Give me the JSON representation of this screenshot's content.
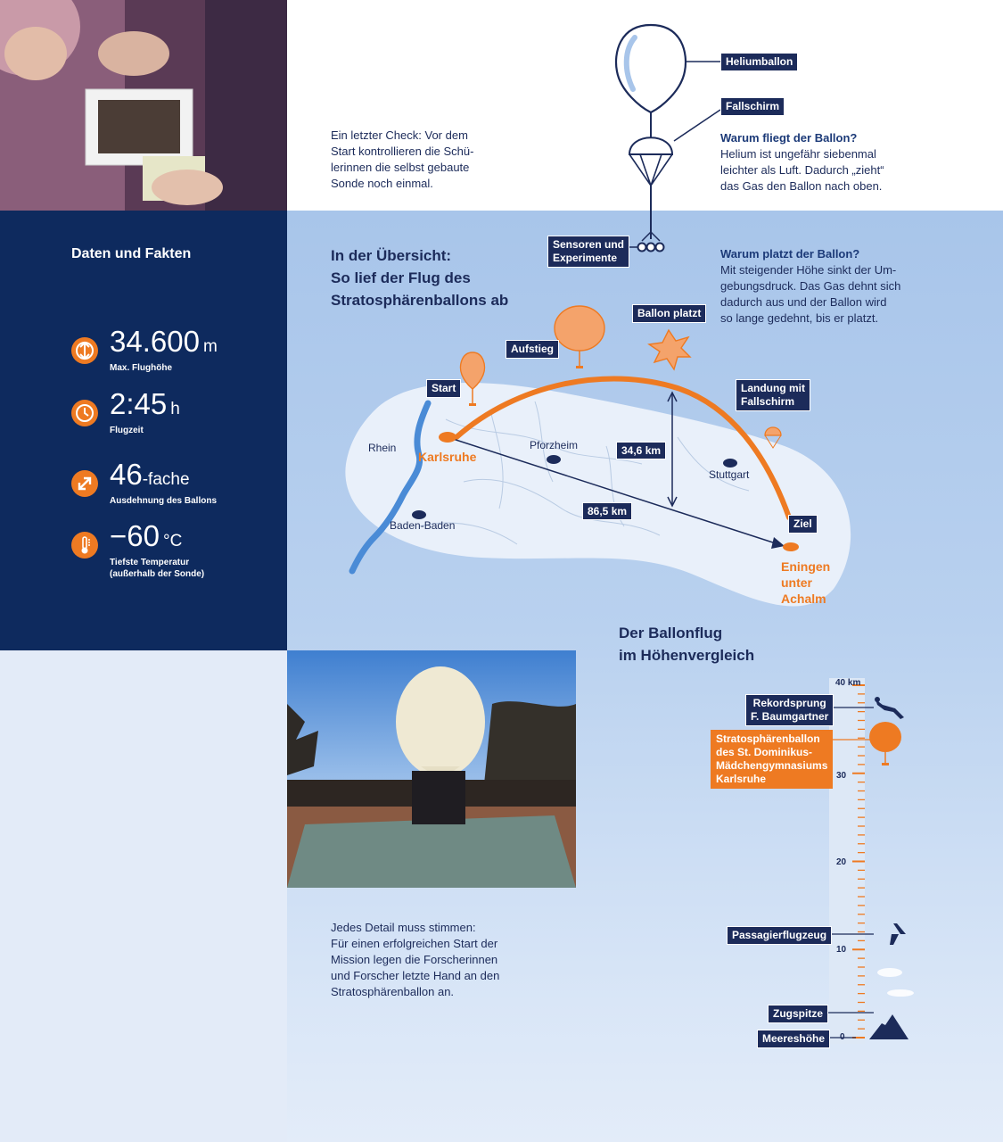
{
  "captions": {
    "top": "Ein letzter Check: Vor dem\nStart kontrollieren die Schü-\nlerinnen die selbst gebaute\nSonde noch einmal.",
    "bottom": "Jedes Detail muss stimmen:\nFür einen erfolgreichen Start der\nMission legen die Forscherinnen\nund Forscher letzte Hand an den\nStratosphärenballon an."
  },
  "diagram": {
    "labels": {
      "heliumballon": "Heliumballon",
      "fallschirm": "Fallschirm",
      "sensoren": "Sensoren und\nExperimente"
    },
    "q1": {
      "title": "Warum fliegt der Ballon?",
      "text": "Helium ist ungefähr siebenmal\nleichter als Luft. Dadurch „zieht“\ndas Gas den Ballon nach oben."
    },
    "q2": {
      "title": "Warum platzt der Ballon?",
      "text": "Mit steigender Höhe sinkt der Um-\ngebungsdruck. Das Gas dehnt sich\ndadurch aus und der Ballon wird\nso lange gedehnt, bis er platzt."
    }
  },
  "facts": {
    "title": "Daten und Fakten",
    "items": [
      {
        "value": "34.600",
        "unit": "m",
        "label": "Max. Flughöhe",
        "icon": "altitude-icon"
      },
      {
        "value": "2:45",
        "unit": "h",
        "label": "Flugzeit",
        "icon": "clock-icon"
      },
      {
        "value": "46",
        "unit": "-fache",
        "label": "Ausdehnung des Ballons",
        "icon": "expand-arrows-icon"
      },
      {
        "value": "−60",
        "unit": "°C",
        "label": "Tiefste Temperatur\n(außerhalb der Sonde)",
        "icon": "thermometer-icon"
      }
    ]
  },
  "map": {
    "heading": "In der Übersicht:\nSo lief der Flug des\nStratosphärenballons ab",
    "tags": {
      "start": "Start",
      "aufstieg": "Aufstieg",
      "platzt": "Ballon platzt",
      "landung": "Landung mit\nFallschirm",
      "ziel": "Ziel"
    },
    "places": {
      "rhein": "Rhein",
      "karlsruhe": "Karlsruhe",
      "pforzheim": "Pforzheim",
      "stuttgart": "Stuttgart",
      "baden": "Baden-Baden",
      "eningen": "Eningen\nunter\nAchalm"
    },
    "distances": {
      "height": "34,6 km",
      "ground": "86,5 km"
    },
    "colors": {
      "accent": "#ee7a22",
      "navy": "#1c2b5a",
      "river": "#4a8bd6"
    }
  },
  "comparison": {
    "heading": "Der Ballonflug\nim Höhenvergleich",
    "scale": {
      "unit": "km",
      "ticks": [
        "0",
        "10",
        "20",
        "30",
        "40"
      ]
    },
    "items": {
      "rekord": "Rekordsprung\nF. Baumgartner",
      "stratos": "Stratosphärenballon\ndes St. Dominikus-\nMädchengymnasiums\nKarlsruhe",
      "flugzeug": "Passagierflugzeug",
      "zugspitze": "Zugspitze",
      "meer": "Meereshöhe"
    },
    "values_km": {
      "rekord": 39,
      "stratos": 34.6,
      "flugzeug": 10,
      "zugspitze": 3,
      "meer": 0
    }
  }
}
